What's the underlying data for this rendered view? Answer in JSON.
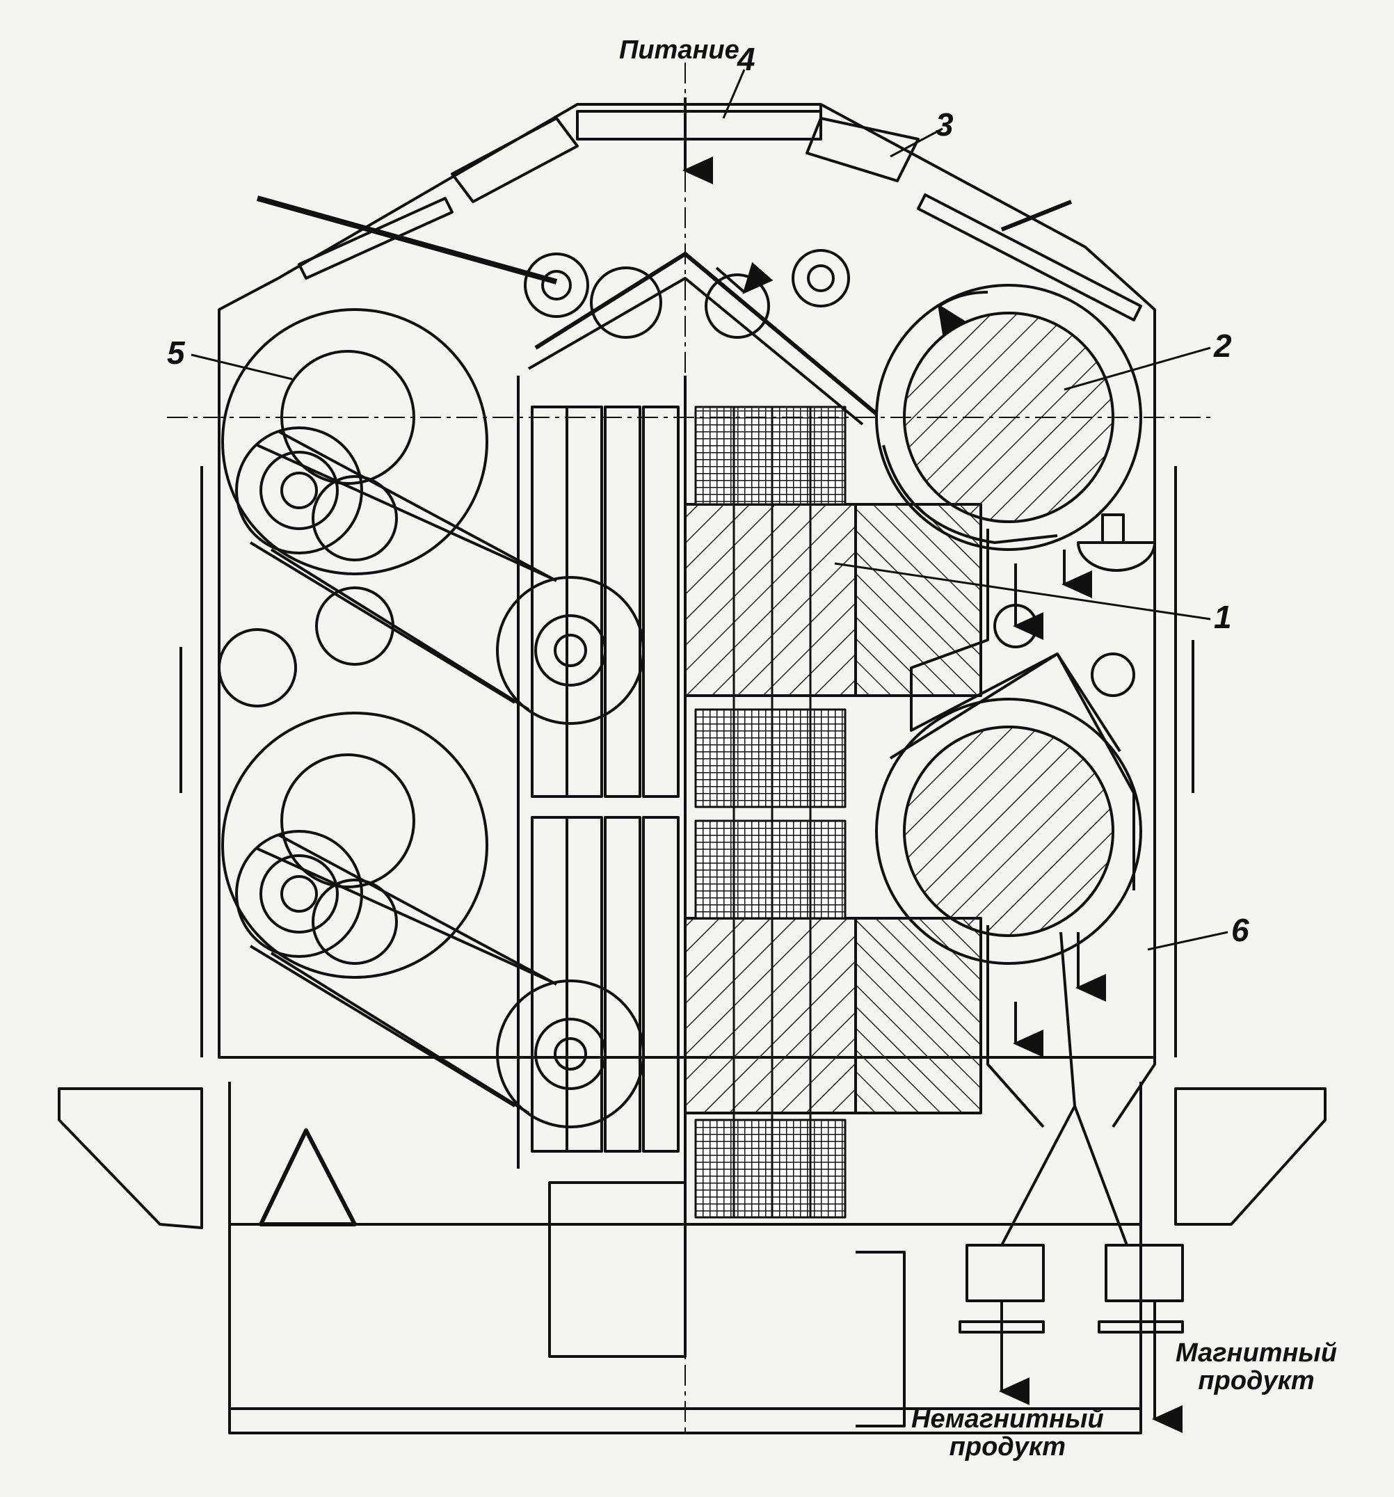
{
  "labels": {
    "feed": "Питание",
    "nonmagnetic_line1": "Немагнитный",
    "nonmagnetic_line2": "продукт",
    "magnetic_line1": "Магнитный",
    "magnetic_line2": "продукт"
  },
  "callouts": {
    "c1": "1",
    "c2": "2",
    "c3": "3",
    "c4": "4",
    "c5": "5",
    "c6": "6"
  }
}
